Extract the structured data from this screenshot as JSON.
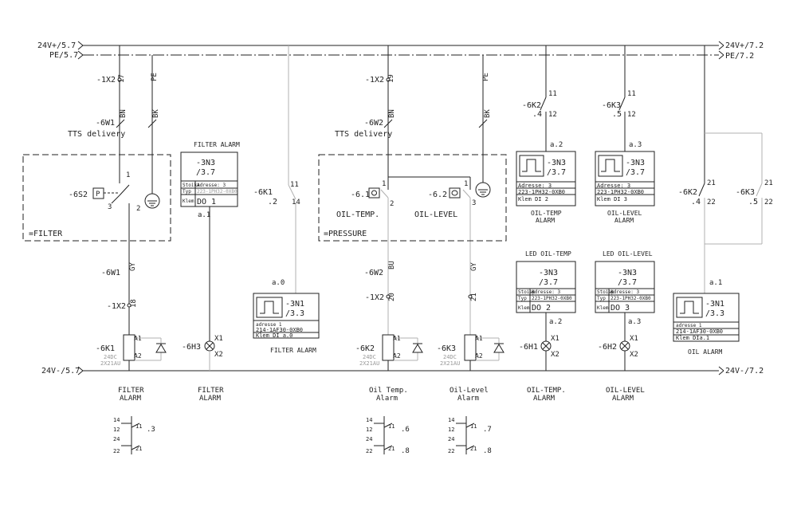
{
  "rails": {
    "p24_left": "24V+/5.7",
    "pe_left": "PE/5.7",
    "p24_right": "24V+/7.2",
    "pe_right": "PE/7.2",
    "n24_left": "24V-/5.7",
    "n24_right": "24V-/7.2"
  },
  "filter": {
    "terminal": "-1X2",
    "terminal_num": "17",
    "pe": "PE",
    "cable": "-6W1",
    "bn": "BN",
    "bk": "BK",
    "delivery": "TTS delivery",
    "switch": "-6S2",
    "switch_sym": "P",
    "n1": "1",
    "n2": "2",
    "n3": "3",
    "area": "=FILTER",
    "gy": "GY",
    "cable_low": "-6W1",
    "term_low": "-1X2",
    "term_low_num": "18"
  },
  "filter_alarm_do": {
    "title": "FILTER ALARM",
    "ref": "-3N3",
    "ref2": "/3.7",
    "r1a": "Stoika",
    "r1b": "Adresse: 3",
    "r2a": "Typ",
    "r2b": "223-1PH32-0XB0",
    "r3a": "Klem",
    "r3b": "DO 1",
    "pin": "a.1"
  },
  "k1": {
    "name": "-6K1",
    "ref": ".2",
    "n11": "11",
    "n14": "14",
    "pin": "a.0"
  },
  "filter_alarm_di": {
    "ref": "-3N1",
    "ref2": "/3.3",
    "r1": "adresse 1",
    "r2": "214-1AF30-0XB0",
    "r3": "Klem DI a.0",
    "caption": "FILTER ALARM"
  },
  "coil_k1": {
    "name": "-6K1",
    "spec1": "24DC",
    "spec2": "2X21AU",
    "a1": "A1",
    "a2": "A2"
  },
  "lamp_h3": {
    "name": "-6H3",
    "x1": "X1",
    "x2": "X2"
  },
  "pressure": {
    "terminal": "-1X2",
    "terminal_num": "19",
    "pe": "PE",
    "cable": "-6W2",
    "bn": "BN",
    "bk": "BK",
    "delivery": "TTS delivery",
    "s1": "-6.1",
    "s2": "-6.2",
    "oil_temp": "OIL-TEMP.",
    "oil_level": "OIL-LEVEL",
    "n1": "1",
    "n2": "2",
    "n3": "3",
    "area": "=PRESSURE",
    "bu": "BU",
    "gy": "GY",
    "cable_low": "-6W2",
    "term_low": "-1X2",
    "t20": "20",
    "t21": "21"
  },
  "coil_k2": {
    "name": "-6K2",
    "spec1": "24DC",
    "spec2": "2X21AU",
    "a1": "A1",
    "a2": "A2"
  },
  "coil_k3": {
    "name": "-6K3",
    "spec1": "24DC",
    "spec2": "2X21AU",
    "a1": "A1",
    "a2": "A2"
  },
  "k2_top": {
    "name": "-6K2",
    "ref": ".4",
    "n11": "11",
    "n12": "12"
  },
  "k3_top": {
    "name": "-6K3",
    "ref": ".5",
    "n11": "11",
    "n12": "12"
  },
  "oiltemp_di": {
    "pin": "a.2",
    "ref": "-3N3",
    "ref2": "/3.7",
    "r1": "Adresse: 3",
    "r2": "223-1PH32-0XB0",
    "r3": "Klem DI 2",
    "caption1": "OIL-TEMP",
    "caption2": "ALARM"
  },
  "oillevel_di": {
    "pin": "a.3",
    "ref": "-3N3",
    "ref2": "/3.7",
    "r1": "Adresse: 3",
    "r2": "223-1PH32-0XB0",
    "r3": "Klem DI 3",
    "caption1": "OIL-LEVEL",
    "caption2": "ALARM"
  },
  "led_temp": {
    "title": "LED OIL-TEMP",
    "ref": "-3N3",
    "ref2": "/3.7",
    "r1a": "Stoiep",
    "r1b": "Adresse: 3",
    "r2a": "Typ",
    "r2b": "223-1PH32-0XB0",
    "r3a": "Klem",
    "r3b": "DO 2",
    "pin": "a.2",
    "lamp": "-6H1",
    "x1": "X1",
    "x2": "X2"
  },
  "led_level": {
    "title": "LED OIL-LEVEL",
    "ref": "-3N3",
    "ref2": "/3.7",
    "r1a": "Stoiep",
    "r1b": "Adresse: 3",
    "r2a": "Typ",
    "r2b": "223-1PH32-0XB0",
    "r3a": "Klem",
    "r3b": "DO 3",
    "pin": "a.3",
    "lamp": "-6H2",
    "x1": "X1",
    "x2": "X2"
  },
  "k2_right": {
    "name": "-6K2",
    "ref": ".4",
    "n21": "21",
    "n22": "22"
  },
  "k3_right": {
    "name": "-6K3",
    "ref": ".5",
    "n21": "21",
    "n22": "22"
  },
  "oil_alarm_di": {
    "pin": "a.1",
    "ref": "-3N1",
    "ref2": "/3.3",
    "r1": "adresse 1",
    "r2": "214-1AF30-0XB0",
    "r3": "Klem DIa.1",
    "caption": "OIL ALARM"
  },
  "bottom_labels": {
    "c1a": "FILTER",
    "c1b": "ALARM",
    "c2a": "FILTER",
    "c2b": "ALARM",
    "c3a": "Oil Temp.",
    "c3b": "Alarm",
    "c4a": "Oil-Level",
    "c4b": "Alarm",
    "c5a": "OIL-TEMP.",
    "c5b": "ALARM",
    "c6a": "OIL-LEVEL",
    "c6b": "ALARM"
  },
  "xref1": {
    "n14": "14",
    "n11": "11",
    "ref1": ".3",
    "n24": "24",
    "n21": "21",
    "ref2": "",
    "n12": "12",
    "n22": "22"
  },
  "xref2": {
    "n14": "14",
    "n11": "11",
    "ref1": ".6",
    "n24": "24",
    "n21": "21",
    "ref2": ".8",
    "n12": "12",
    "n22": "22"
  },
  "xref3": {
    "n14": "14",
    "n11": "11",
    "ref1": ".7",
    "n24": "24",
    "n21": "21",
    "ref2": ".8",
    "n12": "12",
    "n22": "22"
  }
}
